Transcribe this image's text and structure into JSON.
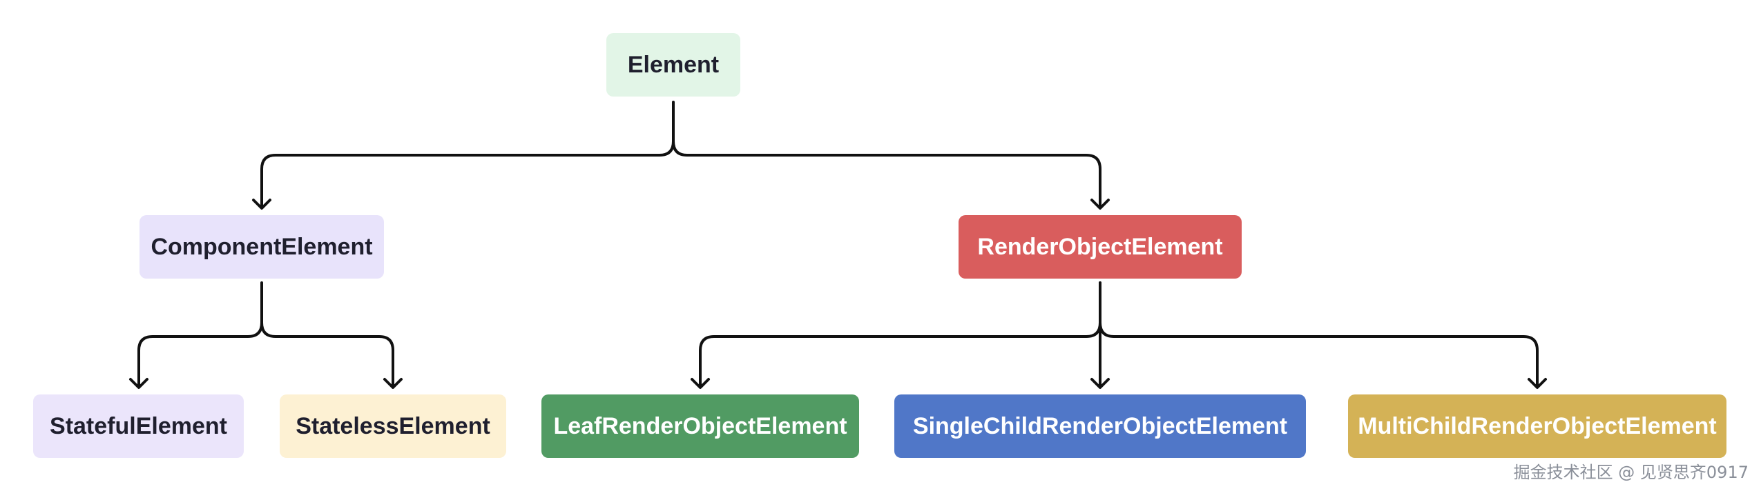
{
  "nodes": {
    "element": {
      "label": "Element",
      "color": "#e2f5e7"
    },
    "component": {
      "label": "ComponentElement",
      "color": "#e8e3fb"
    },
    "renderobject": {
      "label": "RenderObjectElement",
      "color": "#d95d5d"
    },
    "stateful": {
      "label": "StatefulElement",
      "color": "#ebe5fb"
    },
    "stateless": {
      "label": "StatelessElement",
      "color": "#fdf1d3"
    },
    "leaf": {
      "label": "LeafRenderObjectElement",
      "color": "#519b63"
    },
    "singlechild": {
      "label": "SingleChildRenderObjectElement",
      "color": "#5077c8"
    },
    "multichild": {
      "label": "MultiChildRenderObjectElement",
      "color": "#d4b256"
    }
  },
  "edges": [
    {
      "from": "Element",
      "to": "ComponentElement"
    },
    {
      "from": "Element",
      "to": "RenderObjectElement"
    },
    {
      "from": "ComponentElement",
      "to": "StatefulElement"
    },
    {
      "from": "ComponentElement",
      "to": "StatelessElement"
    },
    {
      "from": "RenderObjectElement",
      "to": "LeafRenderObjectElement"
    },
    {
      "from": "RenderObjectElement",
      "to": "SingleChildRenderObjectElement"
    },
    {
      "from": "RenderObjectElement",
      "to": "MultiChildRenderObjectElement"
    }
  ],
  "watermark": "掘金技术社区 @ 见贤思齐0917",
  "line_color": "#111111"
}
